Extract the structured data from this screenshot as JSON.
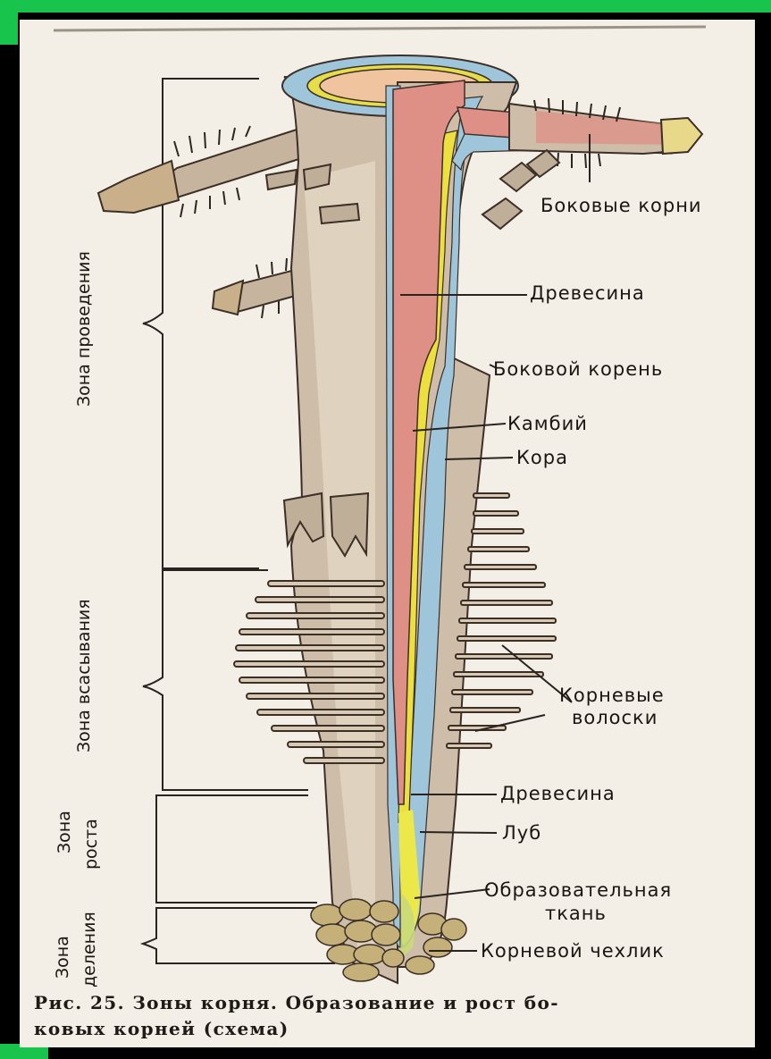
{
  "zones": {
    "conduction": "Зона проведения",
    "absorption": "Зона всасывания",
    "growth_line1": "Зона",
    "growth_line2": "роста",
    "division_line1": "Зона",
    "division_line2": "деления"
  },
  "labels": {
    "lateral_roots": "Боковые корни",
    "wood_upper": "Древесина",
    "lateral_root": "Боковой корень",
    "cambium": "Камбий",
    "cortex": "Кора",
    "root_hairs_line1": "Корневые",
    "root_hairs_line2": "волоски",
    "wood_lower": "Древесина",
    "phloem": "Луб",
    "meristem_line1": "Образовательная",
    "meristem_line2": "ткань",
    "root_cap": "Корневой чехлик"
  },
  "caption": {
    "line1": "Рис. 25. Зоны корня. Образование и рост бо-",
    "line2": "ковых корней (схема)"
  },
  "colors": {
    "frame": "#000000",
    "frame_accent": "#19c44c",
    "paper": "#f3efe6",
    "wood": "#de8f86",
    "bark": "#9fc5da",
    "cambium": "#ecdf3e",
    "cortex": "#cdbda9"
  }
}
